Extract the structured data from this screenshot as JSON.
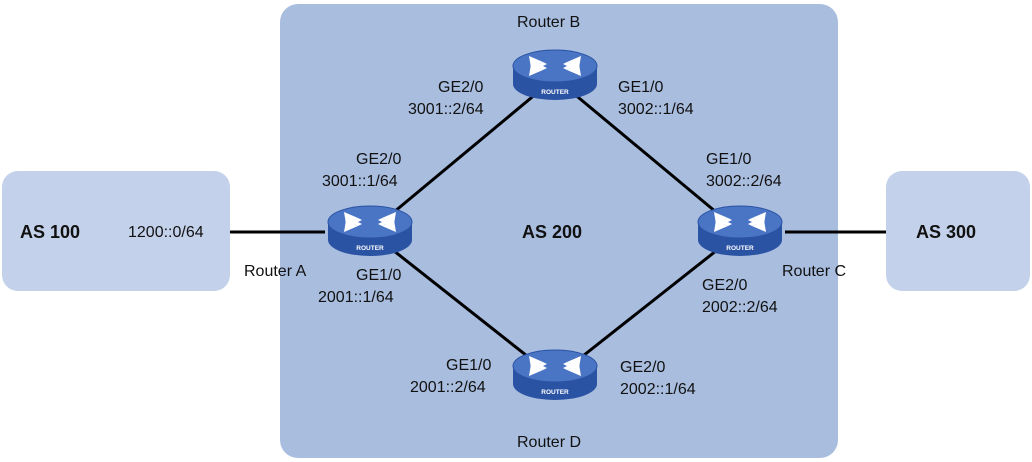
{
  "colors": {
    "as_fill": "#c3d1ea",
    "core_fill": "#a9bddf",
    "link": "#000000",
    "router_body": "#2b53a4",
    "router_top": "#4a74c4"
  },
  "as_regions": {
    "left": "AS 100",
    "core": "AS 200",
    "right": "AS 300"
  },
  "routers": {
    "a": {
      "name": "Router A",
      "badge": "ROUTER",
      "icon": "router-icon"
    },
    "b": {
      "name": "Router B",
      "badge": "ROUTER",
      "icon": "router-icon"
    },
    "c": {
      "name": "Router C",
      "badge": "ROUTER",
      "icon": "router-icon"
    },
    "d": {
      "name": "Router D",
      "badge": "ROUTER",
      "icon": "router-icon"
    }
  },
  "interfaces": {
    "a_as100": {
      "address": "1200::0/64"
    },
    "a_b": {
      "port": "GE2/0",
      "address": "3001::1/64"
    },
    "a_d": {
      "port": "GE1/0",
      "address": "2001::1/64"
    },
    "b_a": {
      "port": "GE2/0",
      "address": "3001::2/64"
    },
    "b_c": {
      "port": "GE1/0",
      "address": "3002::1/64"
    },
    "c_b": {
      "port": "GE1/0",
      "address": "3002::2/64"
    },
    "c_d": {
      "port": "GE2/0",
      "address": "2002::2/64"
    },
    "d_a": {
      "port": "GE1/0",
      "address": "2001::2/64"
    },
    "d_c": {
      "port": "GE2/0",
      "address": "2002::1/64"
    }
  }
}
